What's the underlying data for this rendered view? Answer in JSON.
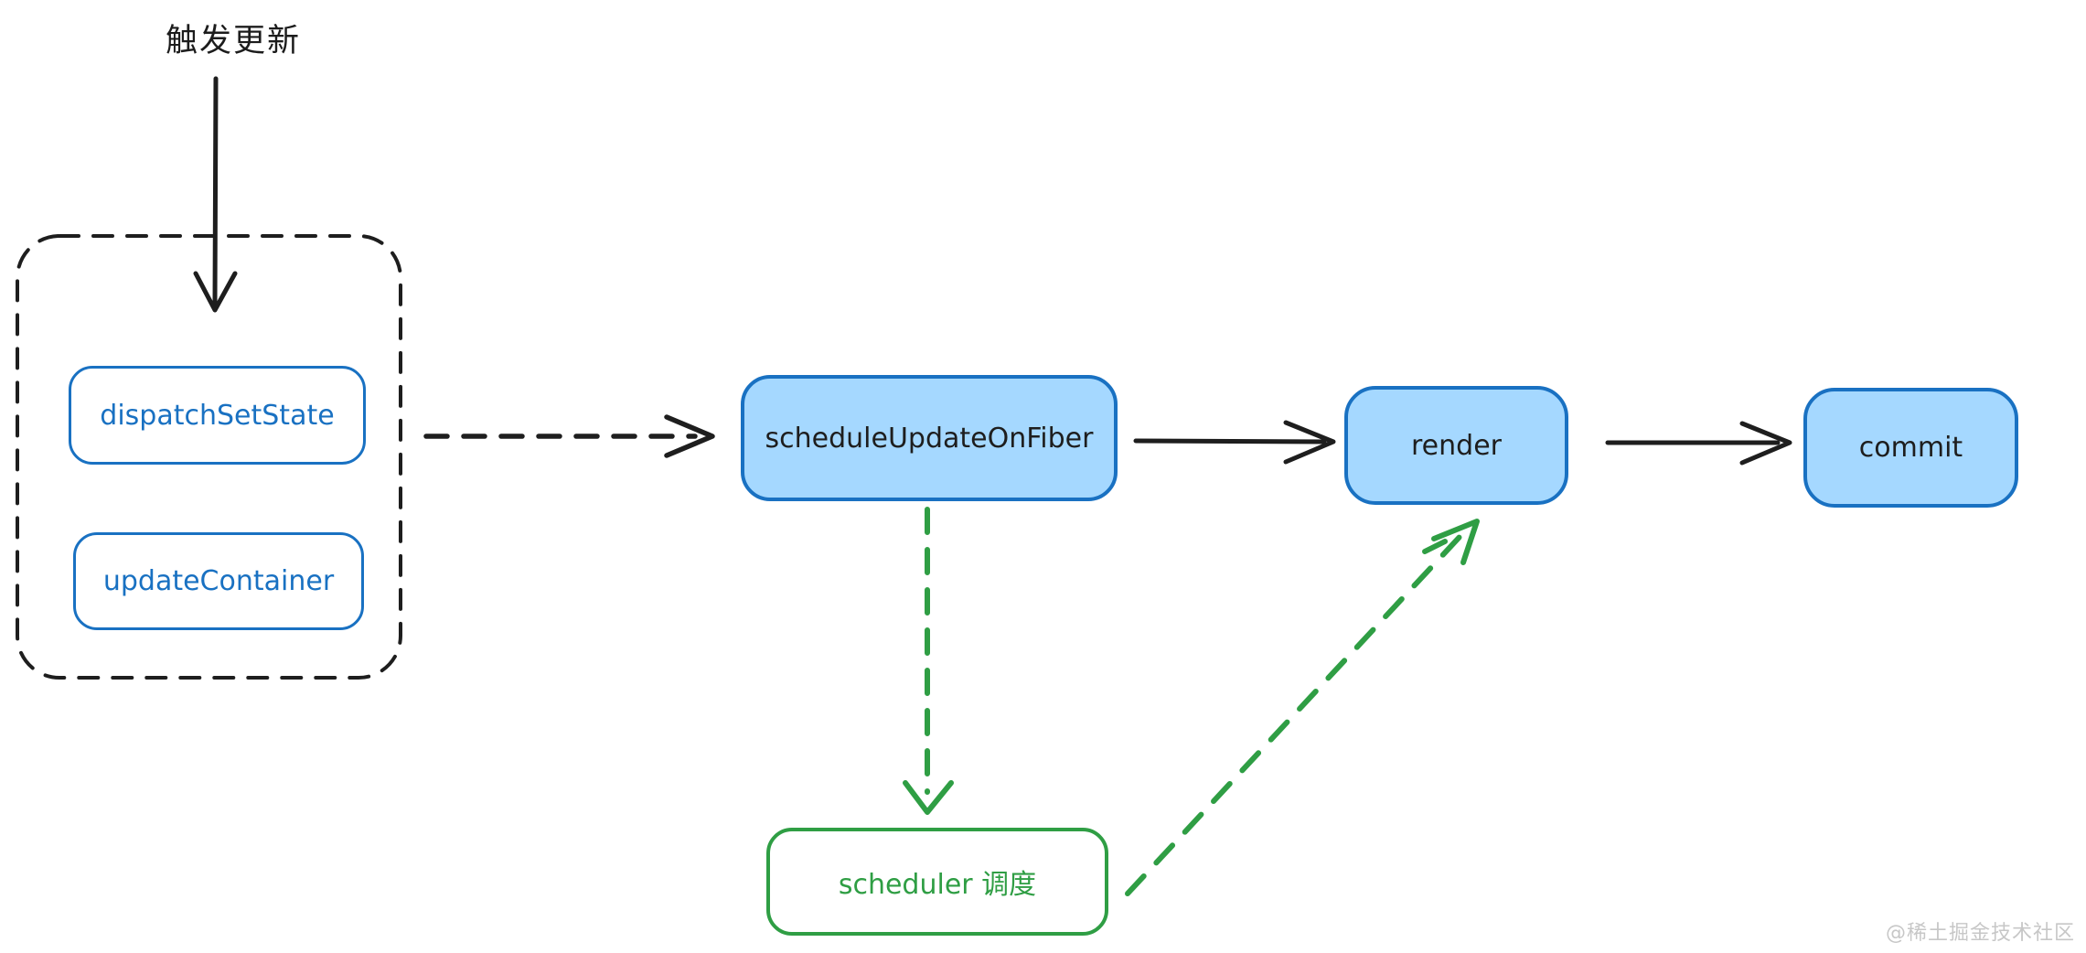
{
  "diagram": {
    "title_note": "React update flow diagram (hand-drawn / Excalidraw style)",
    "trigger": {
      "label": "触发更新"
    },
    "nodes": {
      "dispatch_set_state": {
        "label": "dispatchSetState",
        "style": "blue-outline"
      },
      "update_container": {
        "label": "updateContainer",
        "style": "blue-outline"
      },
      "schedule_update_on_fiber": {
        "label": "scheduleUpdateOnFiber",
        "style": "blue-filled"
      },
      "render": {
        "label": "render",
        "style": "blue-filled"
      },
      "commit": {
        "label": "commit",
        "style": "blue-filled"
      },
      "scheduler": {
        "label": "scheduler 调度",
        "style": "green-outline"
      }
    },
    "groups": {
      "trigger_group": {
        "style": "black-dashed-rounded",
        "contains": [
          "dispatch_set_state",
          "update_container"
        ]
      }
    },
    "edges": [
      {
        "from": "触发更新",
        "to": "trigger_group",
        "style": "solid",
        "color": "#1e1e1e",
        "direction": "down"
      },
      {
        "from": "trigger_group",
        "to": "schedule_update_on_fiber",
        "style": "dashed",
        "color": "#1e1e1e",
        "direction": "right"
      },
      {
        "from": "schedule_update_on_fiber",
        "to": "render",
        "style": "solid",
        "color": "#1e1e1e",
        "direction": "right"
      },
      {
        "from": "render",
        "to": "commit",
        "style": "solid",
        "color": "#1e1e1e",
        "direction": "right"
      },
      {
        "from": "schedule_update_on_fiber",
        "to": "scheduler",
        "style": "dashed",
        "color": "#2f9e44",
        "direction": "down"
      },
      {
        "from": "scheduler",
        "to": "render",
        "style": "dashed",
        "color": "#2f9e44",
        "direction": "up-right"
      }
    ],
    "colors": {
      "ink": "#1e1e1e",
      "blue_stroke": "#1971c2",
      "blue_fill": "#a5d8ff",
      "green_stroke": "#2f9e44",
      "watermark_gray": "#c7c7c7",
      "background": "#ffffff"
    }
  },
  "watermark": {
    "label": "@稀土掘金技术社区"
  }
}
